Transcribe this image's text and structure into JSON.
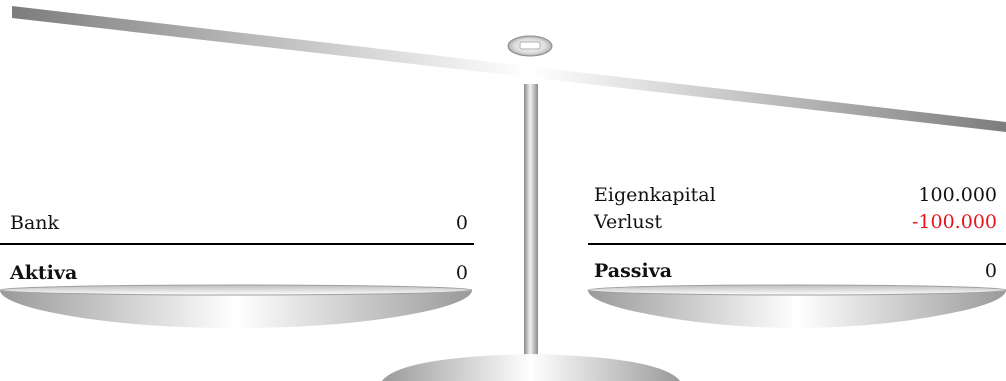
{
  "left_side": {
    "rows": [
      {
        "label": "Bank",
        "value": "0"
      }
    ],
    "total": {
      "label": "Aktiva",
      "value": "0"
    }
  },
  "right_side": {
    "rows": [
      {
        "label": "Eigenkapital",
        "value": "100.000"
      },
      {
        "label": "Verlust",
        "value": "-100.000",
        "color": "#e8141b"
      }
    ],
    "total": {
      "label": "Passiva",
      "value": "0"
    }
  },
  "colors": {
    "negative": "#e8141b",
    "metal_dark": "#8a8a8a",
    "metal_light": "#ffffff"
  }
}
